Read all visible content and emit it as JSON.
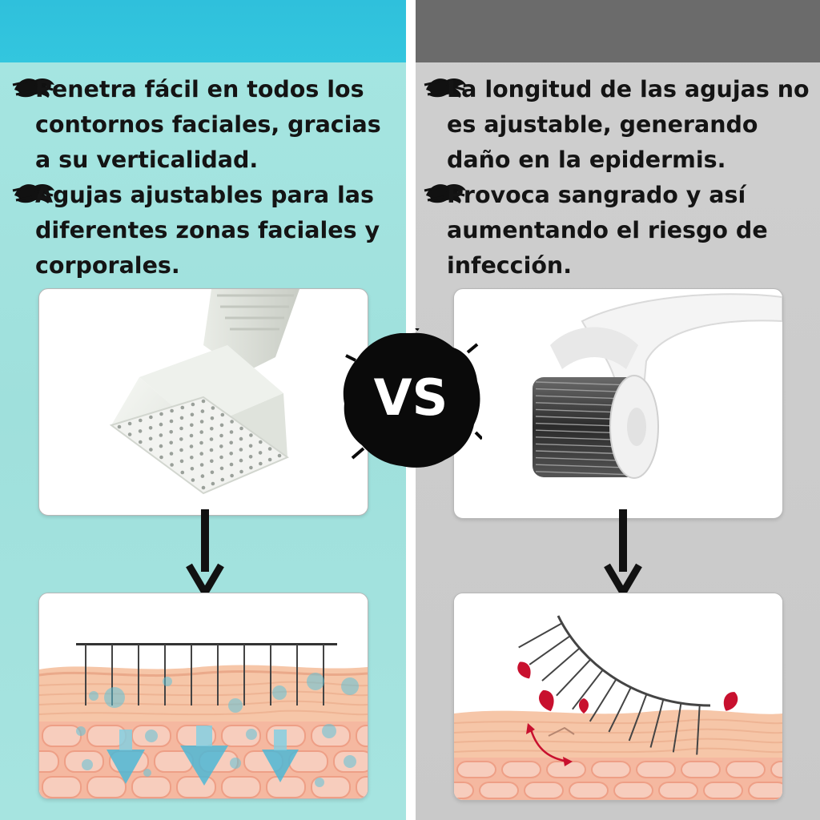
{
  "left": {
    "items": [
      "Penetra fácil en todos los contornos faciales, gracias a su verticalidad.",
      "Agujas ajustables para las diferentes zonas faciales y corporales."
    ],
    "colors": {
      "top_bar": "#33c6de",
      "panel": "#a3e3df",
      "cells": "#f19e86",
      "bubbles": "#5ec3d8"
    }
  },
  "right": {
    "items": [
      "La longitud de las agujas no es ajustable, generando daño en la epidermis.",
      "Provoca sangrado y así aumentando el riesgo de infección."
    ],
    "colors": {
      "top_bar": "#6b6b6b",
      "panel": "#cccccc",
      "blood": "#c8102e"
    }
  },
  "vs_label": "VS",
  "icons": [
    "brush-stroke-bullet-icon",
    "down-arrow-icon",
    "derma-stamp-image",
    "derma-roller-image",
    "skin-diagram-vertical-needles",
    "skin-diagram-roller-needles"
  ]
}
